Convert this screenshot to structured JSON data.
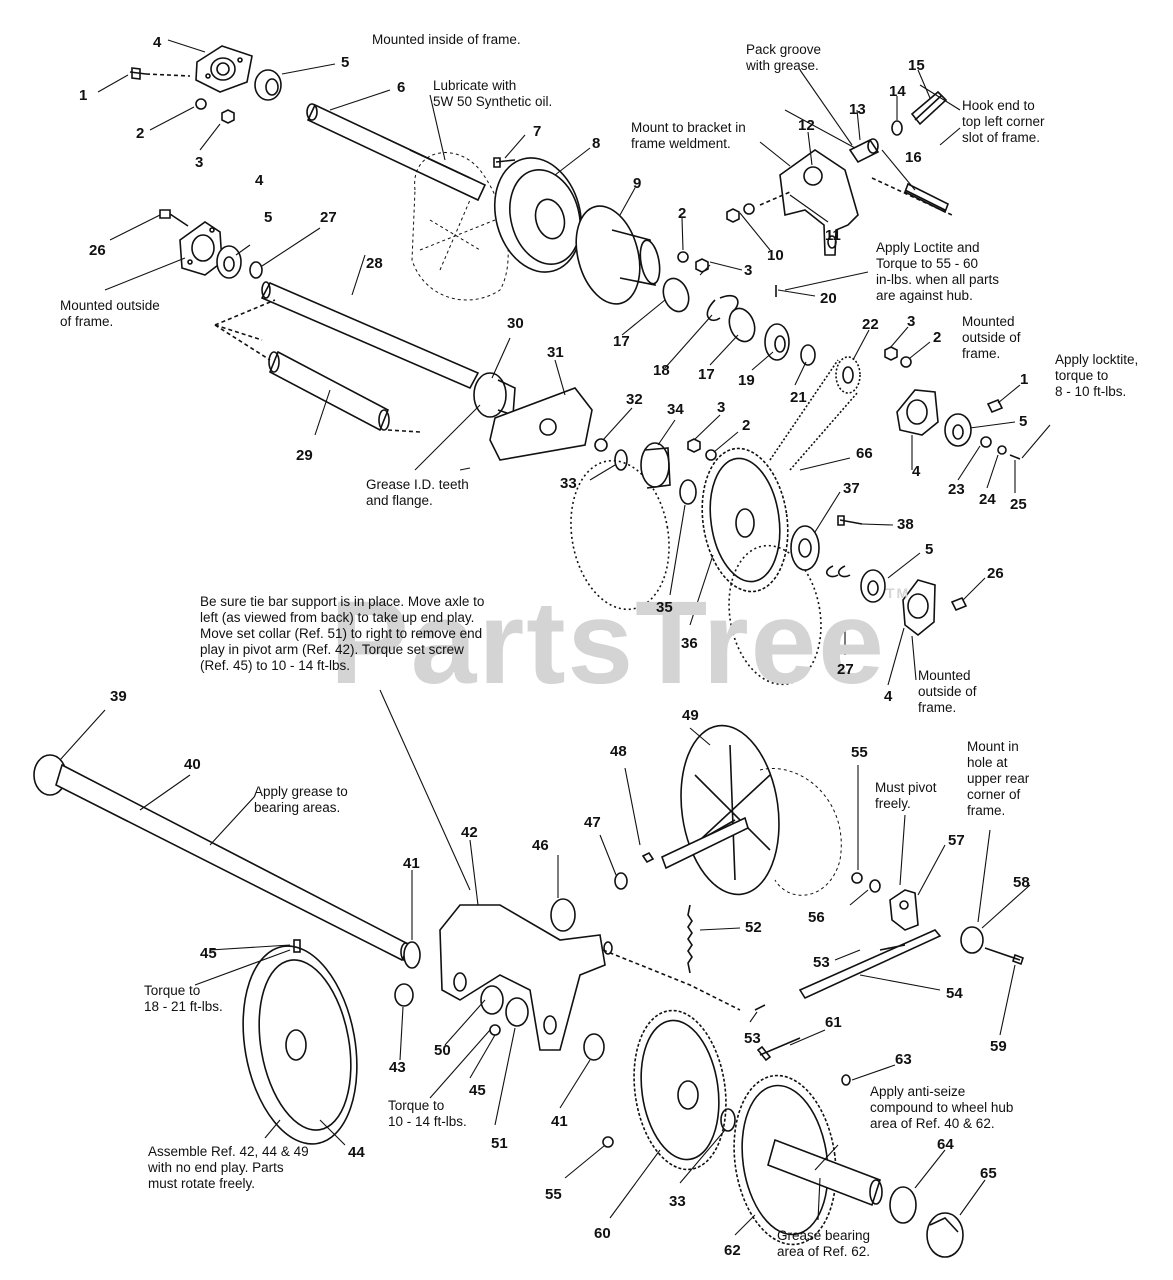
{
  "watermark": {
    "text": "PartsTree",
    "tm": "TM"
  },
  "notes": {
    "mounted_inside": [
      "Mounted inside of frame."
    ],
    "lubricate": [
      "Lubricate with",
      "5W 50 Synthetic oil."
    ],
    "pack_groove": [
      "Pack groove",
      "with grease."
    ],
    "hook_end": [
      "Hook end to",
      "top left corner",
      "slot of frame."
    ],
    "mount_bracket": [
      "Mount to bracket in",
      "frame weldment."
    ],
    "apply_loctite": [
      "Apply Loctite and",
      "Torque to 55 - 60",
      "in-lbs. when all parts",
      "are against hub."
    ],
    "mounted_outside_left": [
      "Mounted outside",
      "of frame."
    ],
    "mounted_outside_right": [
      "Mounted",
      "outside of",
      "frame."
    ],
    "apply_locktite": [
      "Apply locktite,",
      "torque to",
      "8 - 10 ft-lbs."
    ],
    "grease_id": [
      "Grease I.D. teeth",
      "and flange."
    ],
    "be_sure": [
      "Be sure tie bar support is in place. Move axle to",
      "left (as viewed from back) to take up end play.",
      "Move set collar (Ref. 51) to right to remove end",
      "play in pivot arm (Ref. 42). Torque set screw",
      "(Ref. 45) to 10 - 14 ft-lbs."
    ],
    "mounted_outside_lower": [
      "Mounted",
      "outside of",
      "frame."
    ],
    "apply_grease": [
      "Apply grease to",
      "bearing areas."
    ],
    "must_pivot": [
      "Must pivot",
      "freely."
    ],
    "mount_in_hole": [
      "Mount in",
      "hole at",
      "upper rear",
      "corner of",
      "frame."
    ],
    "torque_18": [
      "Torque to",
      "18 - 21 ft-lbs."
    ],
    "torque_10": [
      "Torque to",
      "10 - 14 ft-lbs."
    ],
    "assemble": [
      "Assemble Ref. 42, 44 & 49",
      "with no end play. Parts",
      "must rotate freely."
    ],
    "anti_seize": [
      "Apply anti-seize",
      "compound to wheel hub",
      "area of Ref. 40 & 62."
    ],
    "grease_bearing": [
      "Grease bearing",
      "area of Ref. 62."
    ]
  },
  "callouts": [
    {
      "id": "c4a",
      "text": "4"
    },
    {
      "id": "c5a",
      "text": "5"
    },
    {
      "id": "c1a",
      "text": "1"
    },
    {
      "id": "c2a",
      "text": "2"
    },
    {
      "id": "c3a",
      "text": "3"
    },
    {
      "id": "c6",
      "text": "6"
    },
    {
      "id": "c7",
      "text": "7"
    },
    {
      "id": "c8",
      "text": "8"
    },
    {
      "id": "c9",
      "text": "9"
    },
    {
      "id": "c4b",
      "text": "4"
    },
    {
      "id": "c5b",
      "text": "5"
    },
    {
      "id": "c26a",
      "text": "26"
    },
    {
      "id": "c27a",
      "text": "27"
    },
    {
      "id": "c28",
      "text": "28"
    },
    {
      "id": "c29",
      "text": "29"
    },
    {
      "id": "c30",
      "text": "30"
    },
    {
      "id": "c31",
      "text": "31"
    },
    {
      "id": "c12",
      "text": "12"
    },
    {
      "id": "c13",
      "text": "13"
    },
    {
      "id": "c14",
      "text": "14"
    },
    {
      "id": "c15",
      "text": "15"
    },
    {
      "id": "c16",
      "text": "16"
    },
    {
      "id": "c10",
      "text": "10"
    },
    {
      "id": "c11",
      "text": "11"
    },
    {
      "id": "c2b",
      "text": "2"
    },
    {
      "id": "c3b",
      "text": "3"
    },
    {
      "id": "c20",
      "text": "20"
    },
    {
      "id": "c17a",
      "text": "17"
    },
    {
      "id": "c18",
      "text": "18"
    },
    {
      "id": "c17b",
      "text": "17"
    },
    {
      "id": "c19",
      "text": "19"
    },
    {
      "id": "c21",
      "text": "21"
    },
    {
      "id": "c22",
      "text": "22"
    },
    {
      "id": "c3c",
      "text": "3"
    },
    {
      "id": "c2c",
      "text": "2"
    },
    {
      "id": "c1b",
      "text": "1"
    },
    {
      "id": "c5c",
      "text": "5"
    },
    {
      "id": "c4c",
      "text": "4"
    },
    {
      "id": "c23",
      "text": "23"
    },
    {
      "id": "c24",
      "text": "24"
    },
    {
      "id": "c25",
      "text": "25"
    },
    {
      "id": "c32",
      "text": "32"
    },
    {
      "id": "c33a",
      "text": "33"
    },
    {
      "id": "c34",
      "text": "34"
    },
    {
      "id": "c3d",
      "text": "3"
    },
    {
      "id": "c2d",
      "text": "2"
    },
    {
      "id": "c66",
      "text": "66"
    },
    {
      "id": "c37",
      "text": "37"
    },
    {
      "id": "c38",
      "text": "38"
    },
    {
      "id": "c35",
      "text": "35"
    },
    {
      "id": "c36",
      "text": "36"
    },
    {
      "id": "c5d",
      "text": "5"
    },
    {
      "id": "c26b",
      "text": "26"
    },
    {
      "id": "c27b",
      "text": "27"
    },
    {
      "id": "c4d",
      "text": "4"
    },
    {
      "id": "c39",
      "text": "39"
    },
    {
      "id": "c40",
      "text": "40"
    },
    {
      "id": "c49",
      "text": "49"
    },
    {
      "id": "c48",
      "text": "48"
    },
    {
      "id": "c47",
      "text": "47"
    },
    {
      "id": "c46",
      "text": "46"
    },
    {
      "id": "c42",
      "text": "42"
    },
    {
      "id": "c41a",
      "text": "41"
    },
    {
      "id": "c55a",
      "text": "55"
    },
    {
      "id": "c57",
      "text": "57"
    },
    {
      "id": "c56",
      "text": "56"
    },
    {
      "id": "c58",
      "text": "58"
    },
    {
      "id": "c52",
      "text": "52"
    },
    {
      "id": "c53a",
      "text": "53"
    },
    {
      "id": "c54",
      "text": "54"
    },
    {
      "id": "c59",
      "text": "59"
    },
    {
      "id": "c53b",
      "text": "53"
    },
    {
      "id": "c61",
      "text": "61"
    },
    {
      "id": "c63",
      "text": "63"
    },
    {
      "id": "c45a",
      "text": "45"
    },
    {
      "id": "c43",
      "text": "43"
    },
    {
      "id": "c50",
      "text": "50"
    },
    {
      "id": "c45b",
      "text": "45"
    },
    {
      "id": "c51",
      "text": "51"
    },
    {
      "id": "c41b",
      "text": "41"
    },
    {
      "id": "c44",
      "text": "44"
    },
    {
      "id": "c55b",
      "text": "55"
    },
    {
      "id": "c60",
      "text": "60"
    },
    {
      "id": "c33b",
      "text": "33"
    },
    {
      "id": "c62",
      "text": "62"
    },
    {
      "id": "c64",
      "text": "64"
    },
    {
      "id": "c65",
      "text": "65"
    }
  ]
}
